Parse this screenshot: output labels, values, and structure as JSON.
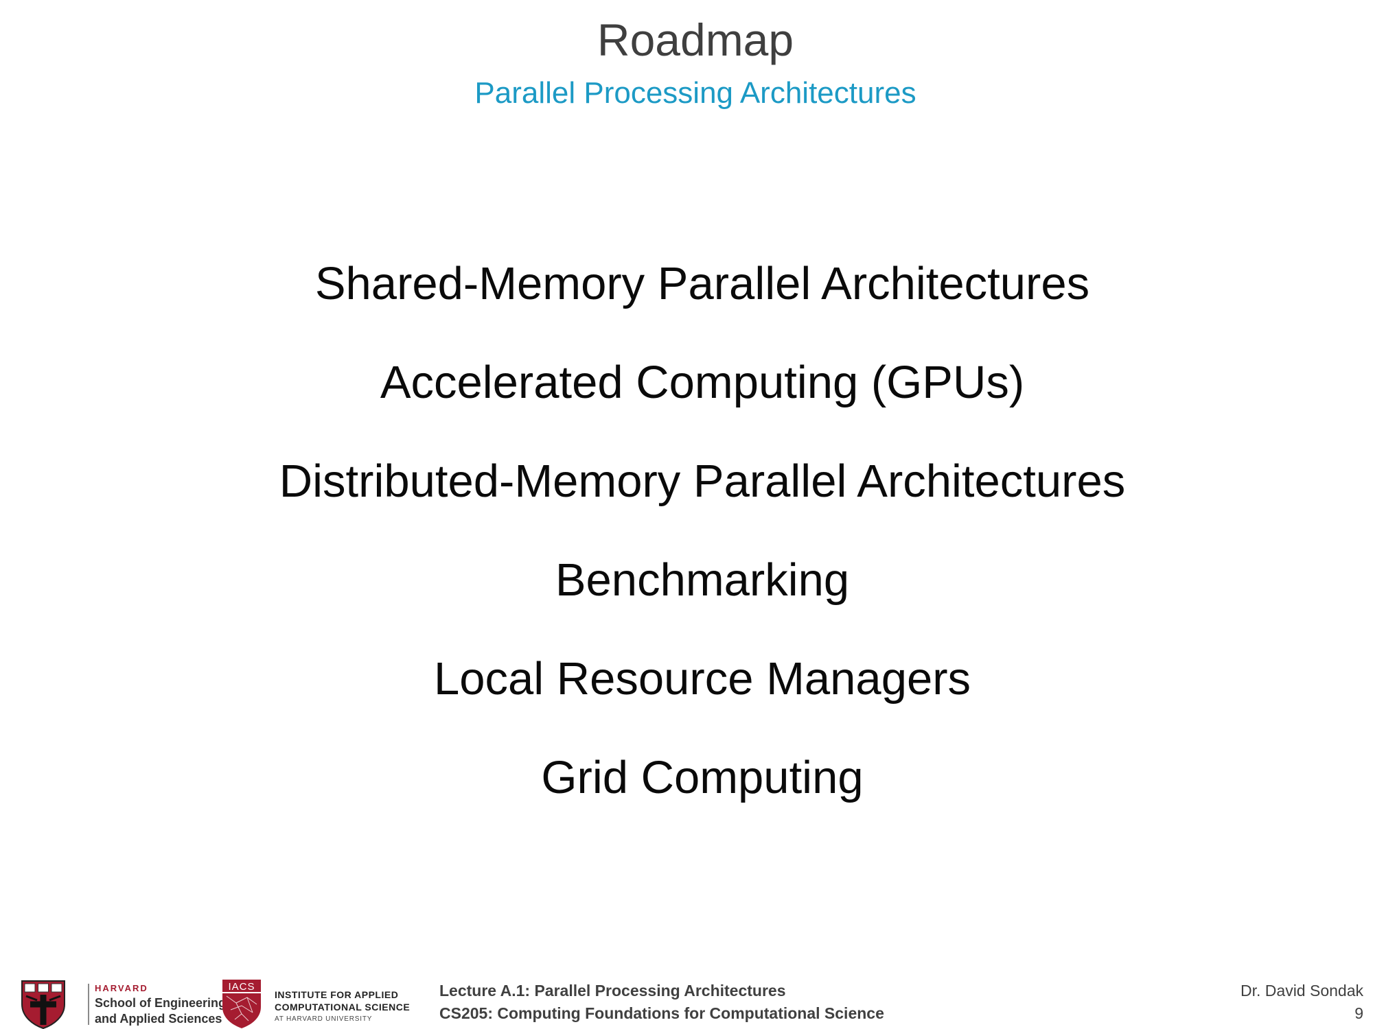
{
  "slide": {
    "title": "Roadmap",
    "subtitle": "Parallel Processing Architectures",
    "items": [
      "Shared-Memory Parallel Architectures",
      "Accelerated Computing (GPUs)",
      "Distributed-Memory Parallel Architectures",
      "Benchmarking",
      "Local Resource Managers",
      "Grid Computing"
    ]
  },
  "footer": {
    "seas_logo": {
      "harvard": "HARVARD",
      "line1": "School of Engineering",
      "line2": "and Applied Sciences"
    },
    "iacs_logo": {
      "mark": "IACS",
      "line1": "INSTITUTE FOR APPLIED",
      "line2": "COMPUTATIONAL SCIENCE",
      "line3": "AT HARVARD UNIVERSITY"
    },
    "lecture_line1": "Lecture A.1: Parallel Processing Architectures",
    "lecture_line2": "CS205: Computing Foundations for Computational Science",
    "author": "Dr. David Sondak",
    "page_number": "9"
  },
  "colors": {
    "title": "#3f3f3f",
    "subtitle": "#1c9ac5",
    "body_text": "#0a0a0a",
    "harvard_crimson": "#a51c30"
  }
}
